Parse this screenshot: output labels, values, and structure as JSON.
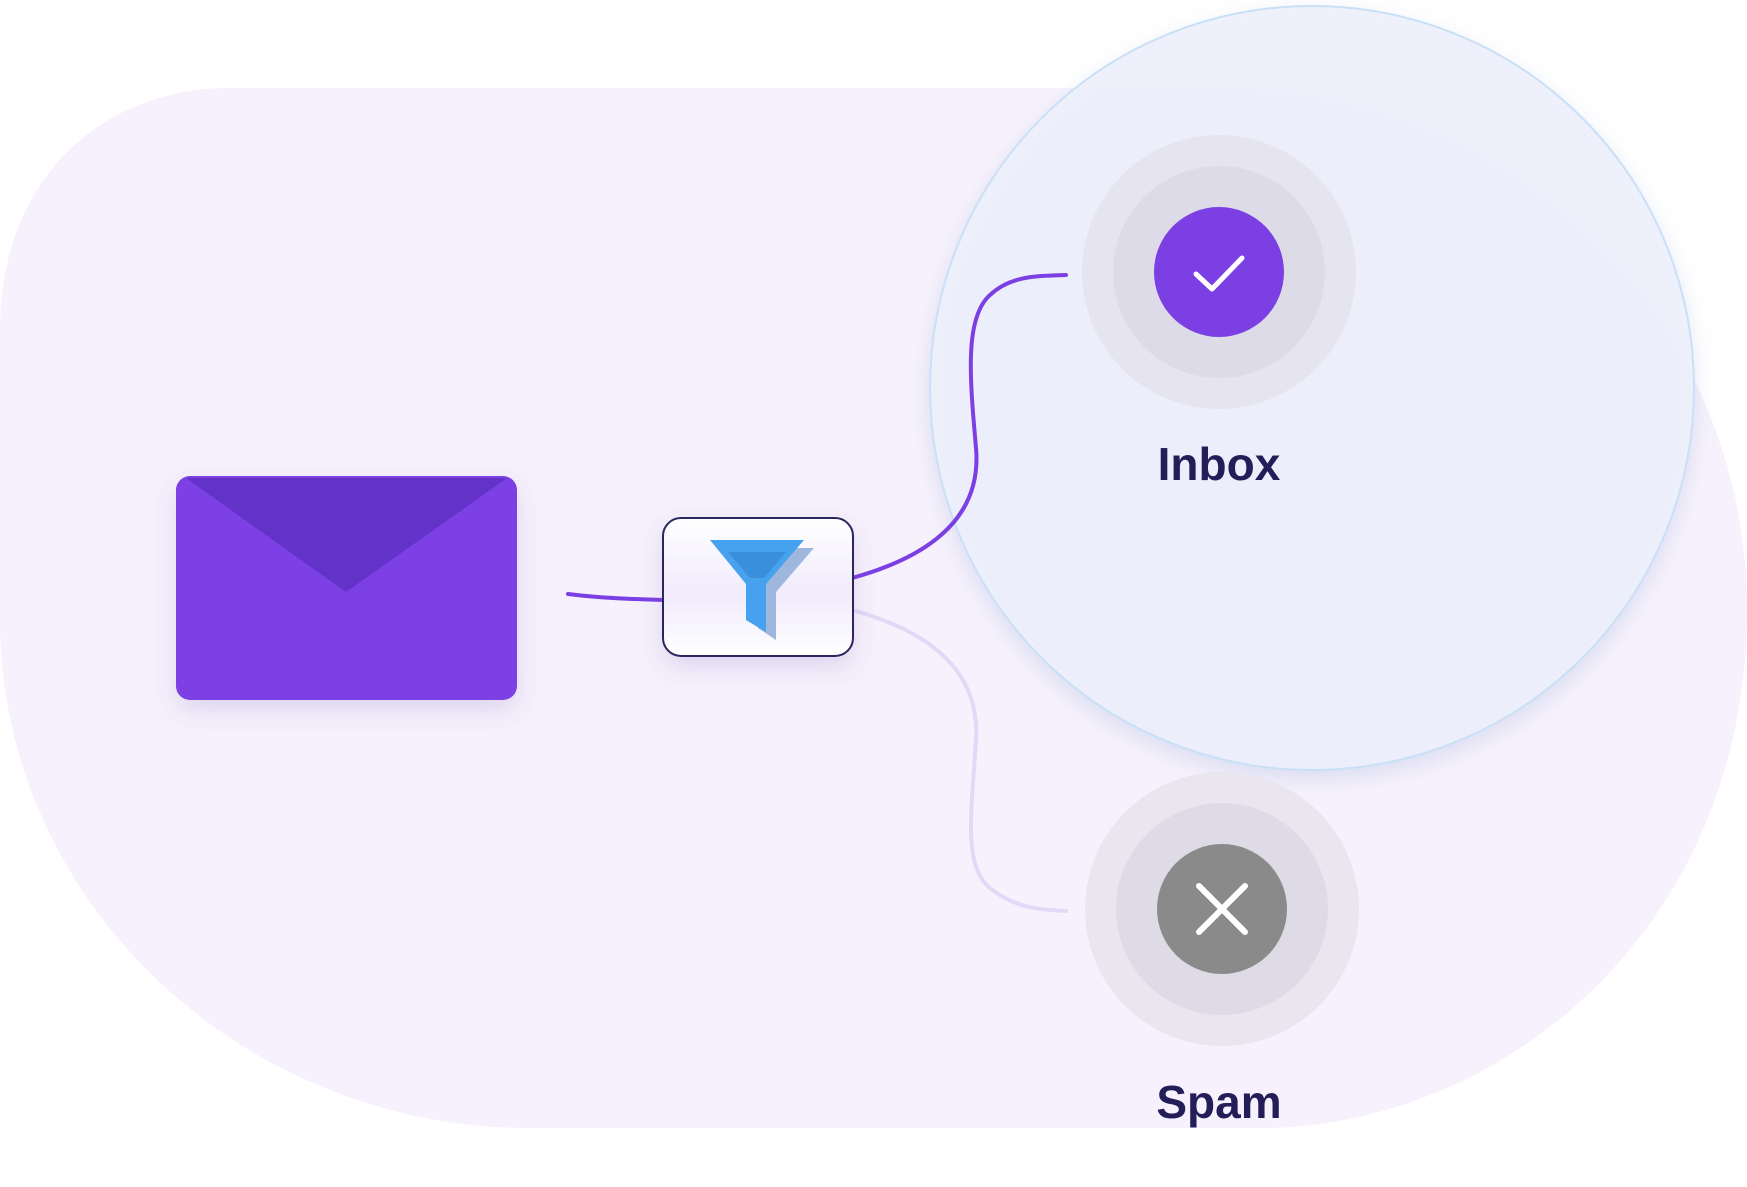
{
  "nodes": {
    "source": {
      "icon": "envelope-icon",
      "color": "#7b3fe4",
      "flap_color": "#6230c9"
    },
    "filter": {
      "icon": "funnel-icon",
      "color": "#46a2ee",
      "border_color": "#2c2560"
    },
    "inbox": {
      "label": "Inbox",
      "icon": "checkmark-icon",
      "color": "#7b3fe4"
    },
    "spam": {
      "label": "Spam",
      "icon": "close-icon",
      "color": "#8a8a8a"
    }
  },
  "edges": [
    {
      "from": "source",
      "to": "filter",
      "state": "active"
    },
    {
      "from": "filter",
      "to": "inbox",
      "state": "active"
    },
    {
      "from": "filter",
      "to": "spam",
      "state": "inactive"
    }
  ],
  "colors": {
    "background_blob": "#f6f1fc",
    "highlight_bubble": "#eef0fc",
    "active_edge": "#7b3fe4",
    "inactive_edge": "#e3d9f6",
    "label_text": "#231d58",
    "node_ring": "#e6e5ef"
  }
}
